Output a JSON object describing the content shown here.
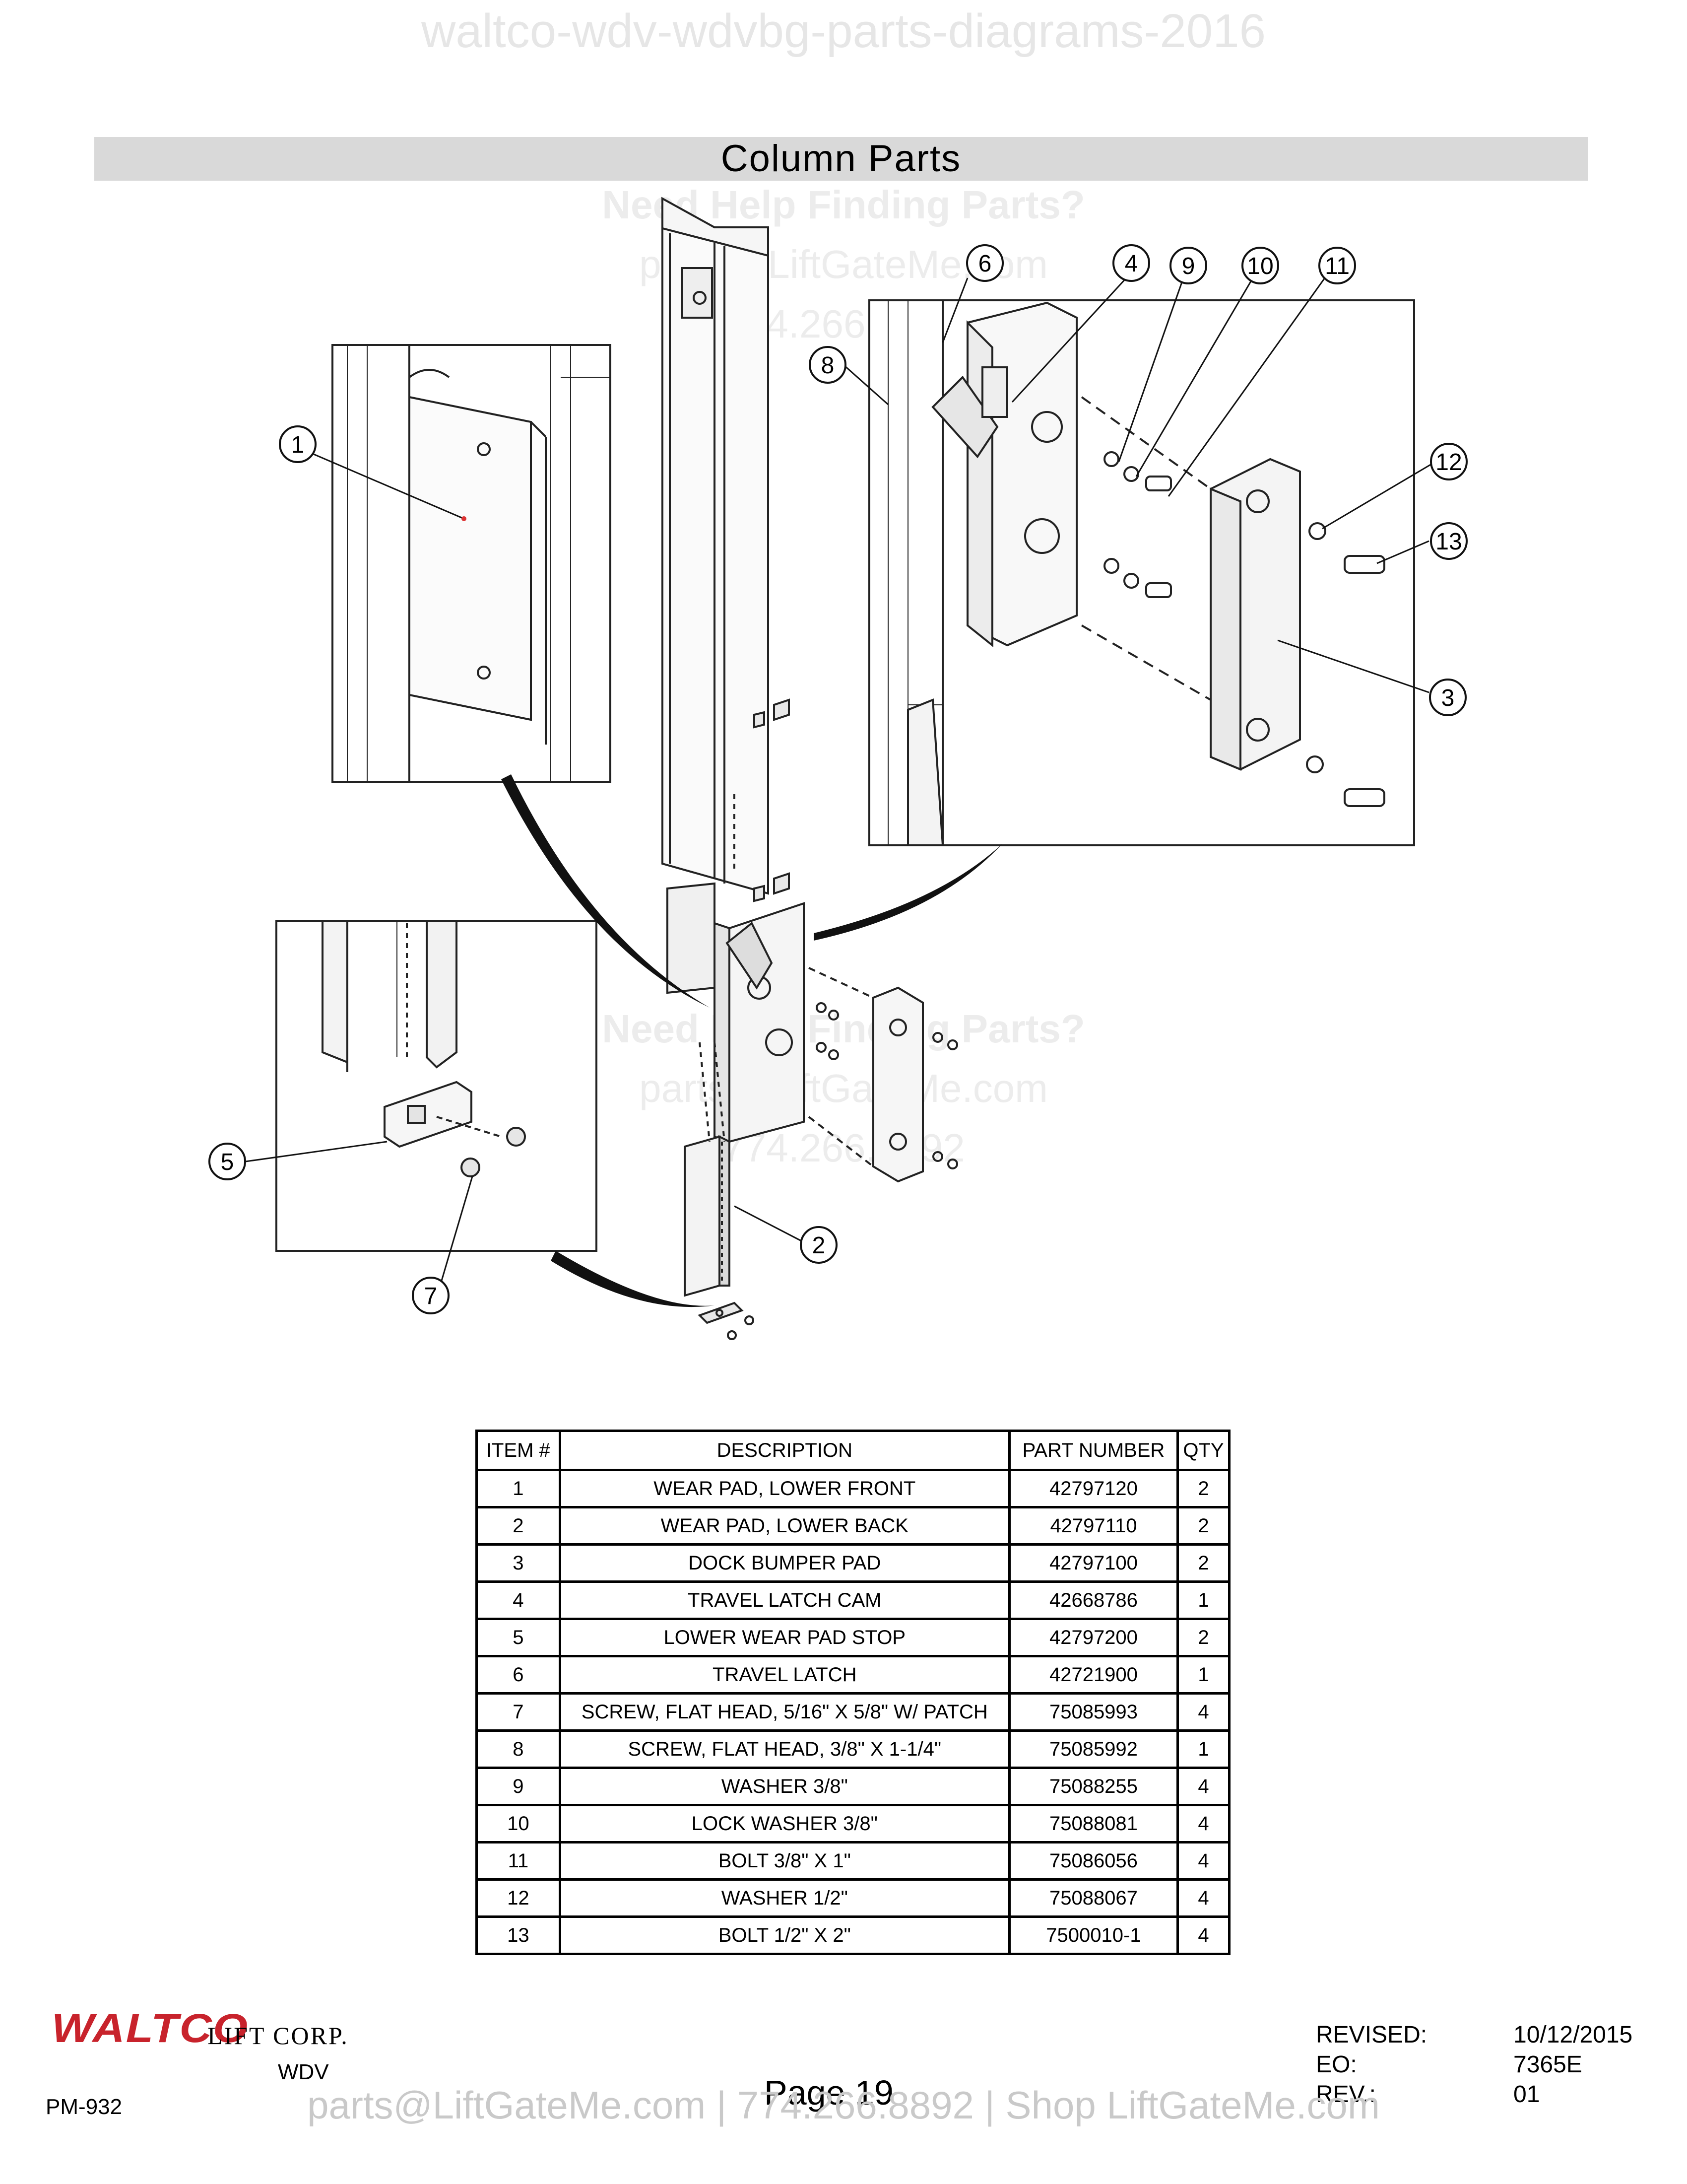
{
  "watermark_top": "waltco-wdv-wdvbg-parts-diagrams-2016",
  "title": "Column Parts",
  "watermark_middle": {
    "line1": "Need Help Finding Parts?",
    "line2": "parts@LiftGateMe.com",
    "line3": "774.266.8892"
  },
  "callouts": [
    "1",
    "2",
    "3",
    "4",
    "5",
    "6",
    "7",
    "8",
    "9",
    "10",
    "11",
    "12",
    "13"
  ],
  "table": {
    "headers": [
      "ITEM #",
      "DESCRIPTION",
      "PART NUMBER",
      "QTY"
    ],
    "rows": [
      [
        "1",
        "WEAR PAD, LOWER FRONT",
        "42797120",
        "2"
      ],
      [
        "2",
        "WEAR PAD, LOWER BACK",
        "42797110",
        "2"
      ],
      [
        "3",
        "DOCK BUMPER PAD",
        "42797100",
        "2"
      ],
      [
        "4",
        "TRAVEL LATCH CAM",
        "42668786",
        "1"
      ],
      [
        "5",
        "LOWER WEAR PAD STOP",
        "42797200",
        "2"
      ],
      [
        "6",
        "TRAVEL LATCH",
        "42721900",
        "1"
      ],
      [
        "7",
        "SCREW, FLAT HEAD, 5/16\" X 5/8\" W/ PATCH",
        "75085993",
        "4"
      ],
      [
        "8",
        "SCREW, FLAT HEAD, 3/8\" X 1-1/4\"",
        "75085992",
        "1"
      ],
      [
        "9",
        "WASHER 3/8\"",
        "75088255",
        "4"
      ],
      [
        "10",
        "LOCK WASHER 3/8\"",
        "75088081",
        "4"
      ],
      [
        "11",
        "BOLT 3/8\" X 1\"",
        "75086056",
        "4"
      ],
      [
        "12",
        "WASHER 1/2\"",
        "75088067",
        "4"
      ],
      [
        "13",
        "BOLT 1/2\" X 2\"",
        "7500010-1",
        "4"
      ]
    ]
  },
  "footer": {
    "logo": "WALTCO",
    "company": "LIFT CORP.",
    "model": "WDV",
    "doc_code": "PM-932",
    "page": "Page 19",
    "revised_label": "REVISED:",
    "revised_value": "10/12/2015",
    "eo_label": "EO:",
    "eo_value": "7365E",
    "rev_label": "REV.:",
    "rev_value": "01",
    "watermark": "parts@LiftGateMe.com | 774.266.8892 | Shop LiftGateMe.com"
  },
  "colors": {
    "logo_red": "#c8232c",
    "title_bar": "#d9d9d9",
    "callout_dot": "#d33"
  }
}
